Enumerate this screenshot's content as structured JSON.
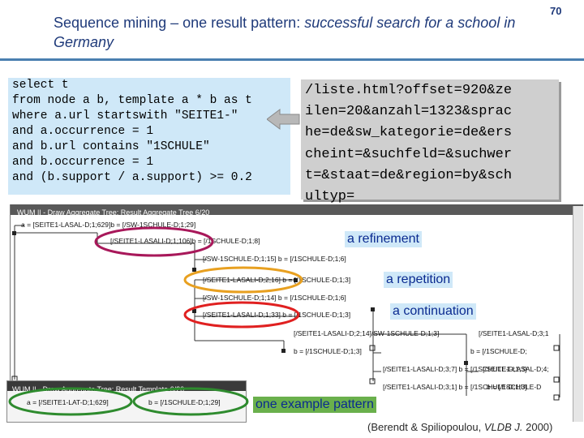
{
  "slide": {
    "title_plain": "Sequence mining – one result pattern: ",
    "title_italic": "successful search for a school in Germany",
    "page_number": "70",
    "citation_open": "(Berendt & Spiliopoulou, ",
    "citation_italic": "VLDB J.",
    "citation_close": " 2000)"
  },
  "query": {
    "lines": [
      "select t",
      "from node a b, template a * b as t",
      "where a.url startswith \"SEITE1-\"",
      "and a.occurrence = 1",
      "and b.url contains \"1SCHULE\"",
      "and b.occurrence = 1",
      "and (b.support / a.support) >= 0.2"
    ]
  },
  "url": {
    "lines": [
      "/liste.html?offset=920&ze",
      "ilen=20&anzahl=1323&sprac",
      "he=de&sw_kategorie=de&ers",
      "cheint=&suchfeld=&suchwer",
      "t=&staat=de&region=by&sch",
      "ultyp="
    ]
  },
  "screenshot": {
    "window_title": "WUM ||  - Draw Aggregate Tree: Result Aggregate Tree 6/20",
    "nodes": {
      "root": "a = [SEITE1-LASAL-D;1;629]b = [/SW-1SCHULE-D;1;29]",
      "n1": "[/SEITE1-LASALI-D;1;106]b = [/1SCHULE-D;1;8]",
      "n2": "[/SW-1SCHULE-D;1;15]  b = [/1SCHULE-D;1;6]",
      "n3": "[/SEITE1-LASALI-D;2;16]  b = [/1SCHULE-D;1;3]",
      "n4": "[/SW-1SCHULE-D;1;14]  b = [/1SCHULE-D;1;6]",
      "n5": "[/SEITE1-LASALI-D;1;33]  b = [/1SCHULE-D;1;3]",
      "n6": "[/SEITE1-LASALI-D;2;14]/SW-1SCHULE-D;1;3]",
      "n7": "b = [/1SCHULE-D;1;3]",
      "n8": "[/SEITE1-LASALI-D;3;7]  b = [/1SCHULE-D;1;3]",
      "n9": "[/SEITE1-LASALI-D;3;1]  b = [/1SCHULE-D;1;3]",
      "n10": "[/SEITE1-LASAL-D;3;1",
      "n11": "b = [/1SCHULE-D;",
      "n12": "[/SEITE1-LASAL-D;4;",
      "n13": "b = [/1SCHULE-D"
    }
  },
  "inner_window": {
    "title": "WUM ||  - Draw Aggregate Tree: Result Template 6/20",
    "node_a": "a = [/SEITE1-LAT-D;1;629]",
    "node_b": "b = [/1SCHULE-D;1;29]"
  },
  "annotations": {
    "refinement": "a refinement",
    "repetition": "a repetition",
    "continuation": "a continuation",
    "example": "one example pattern"
  },
  "colors": {
    "title": "#1f3a7a",
    "refinement_ring": "#a8185a",
    "repetition_ring": "#e8a020",
    "continuation_ring": "#e02020",
    "example_ring": "#2e8b2e",
    "label_bg": "#cfe8f8"
  }
}
